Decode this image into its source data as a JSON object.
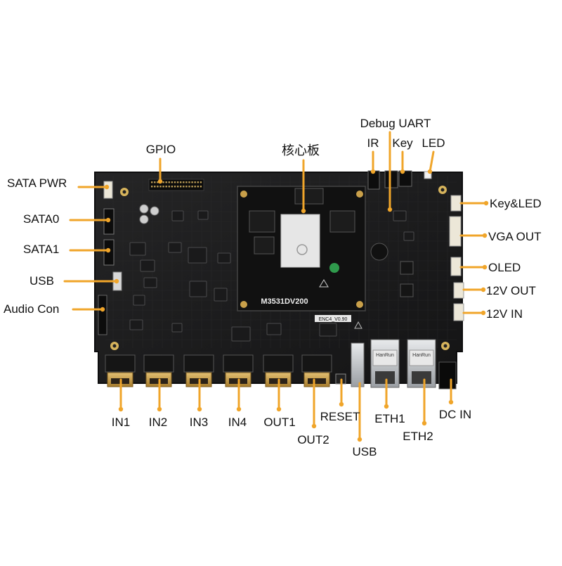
{
  "board": {
    "core_module_mark": "M3531DV200",
    "core_module_rev": "",
    "board_rev": "ENC4_V0.90",
    "magnetics_brand": "HanRun",
    "colors": {
      "pcb": "#1b1b1c",
      "pcb_edge": "#0f0f10",
      "callout": "#f0a52a",
      "gold": "#c9a04a",
      "silver": "#c9ccd0"
    }
  },
  "labels": {
    "gpio": "GPIO",
    "core": "核心板",
    "debug_uart": "Debug UART",
    "ir": "IR",
    "key": "Key",
    "led": "LED",
    "sata_pwr": "SATA PWR",
    "sata0": "SATA0",
    "sata1": "SATA1",
    "usb_left": "USB",
    "audio": "Audio Con",
    "key_led": "Key&LED",
    "vga_out": "VGA OUT",
    "oled": "OLED",
    "v12_out": "12V OUT",
    "v12_in": "12V IN",
    "in1": "IN1",
    "in2": "IN2",
    "in3": "IN3",
    "in4": "IN4",
    "out1": "OUT1",
    "out2": "OUT2",
    "reset": "RESET",
    "usb_bottom": "USB",
    "eth1": "ETH1",
    "eth2": "ETH2",
    "dc_in": "DC IN"
  }
}
